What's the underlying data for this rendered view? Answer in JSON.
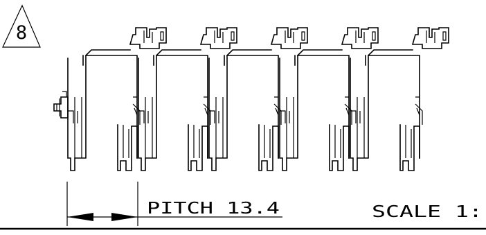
{
  "drawing": {
    "revision_marker": "8",
    "pitch_label": "PITCH 13.4",
    "scale_label": "SCALE 1:",
    "module_count": 5
  }
}
